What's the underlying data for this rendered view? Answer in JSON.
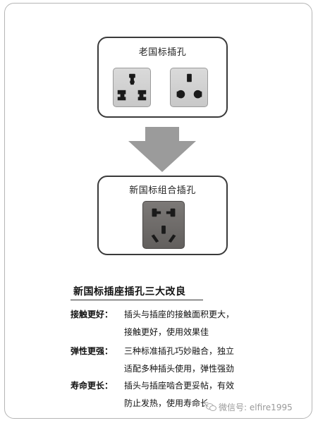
{
  "old_panel": {
    "title": "老国标插孔"
  },
  "new_panel": {
    "title": "新国标组合插孔"
  },
  "section": {
    "title": "新国标插座插孔三大改良",
    "features": [
      {
        "label": "接触更好：",
        "lines": [
          "插头与插座的接触面积更大，",
          "接触更好，使用效果佳"
        ]
      },
      {
        "label": "弹性更强：",
        "lines": [
          "三种标准插孔巧妙融合，独立",
          "适配多种插头使用，弹性强劲"
        ]
      },
      {
        "label": "寿命更长：",
        "lines": [
          "插头与插座啮合更妥帖，有效",
          "防止发热，使用寿命长"
        ]
      }
    ]
  },
  "watermark": {
    "text": "微信号: elfire1995",
    "icon": "wechat-icon"
  },
  "colors": {
    "arrow": "#999999",
    "new_socket": "#6b6866",
    "old_socket": "#d0d0d0"
  }
}
